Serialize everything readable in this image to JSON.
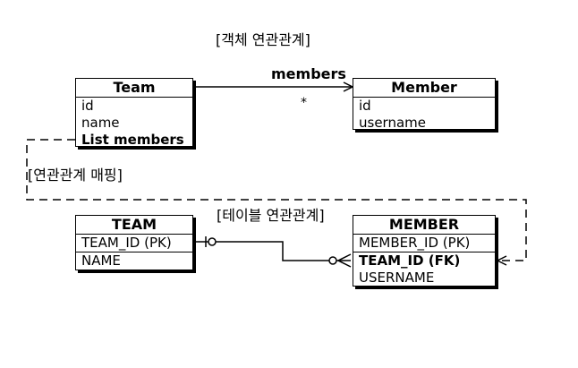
{
  "object_section_title": "[객체 연관관계]",
  "mapping_label": "[연관관계 매핑]",
  "table_section_title": "[테이블 연관관계]",
  "association": {
    "label": "members",
    "multiplicity": "*"
  },
  "team_class": {
    "name": "Team",
    "fields": [
      "id",
      "name",
      "List members"
    ]
  },
  "member_class": {
    "name": "Member",
    "fields": [
      "id",
      "username"
    ]
  },
  "team_table": {
    "name": "TEAM",
    "key": "TEAM_ID (PK)",
    "columns": [
      "NAME"
    ]
  },
  "member_table": {
    "name": "MEMBER",
    "key": "MEMBER_ID (PK)",
    "columns": [
      "TEAM_ID (FK)",
      "USERNAME"
    ]
  }
}
